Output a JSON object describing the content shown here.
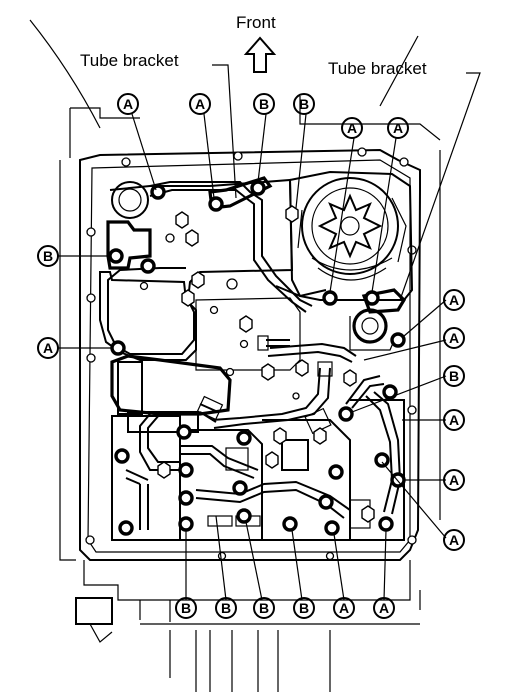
{
  "diagram": {
    "front_label": "Front",
    "tube_bracket_left": "Tube bracket",
    "tube_bracket_right": "Tube bracket",
    "bolt_letter_a": "A",
    "bolt_letter_b": "B"
  }
}
